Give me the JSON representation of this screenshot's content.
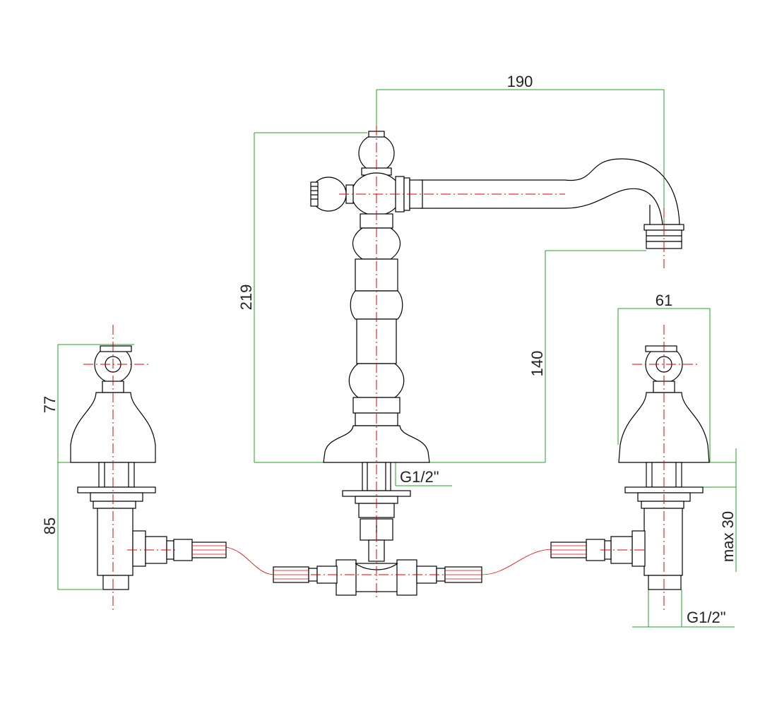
{
  "dimensions": {
    "spout_reach": "190",
    "total_height": "219",
    "spout_outlet_height": "140",
    "handle_height": "77",
    "handle_body_height": "85",
    "handle_width": "61",
    "deck_thickness": "max 30",
    "thread_center": "G1/2\"",
    "thread_right": "G1/2\""
  },
  "colors": {
    "outline": "#000000",
    "centerline": "#e00000",
    "dimension": "#22a022"
  }
}
